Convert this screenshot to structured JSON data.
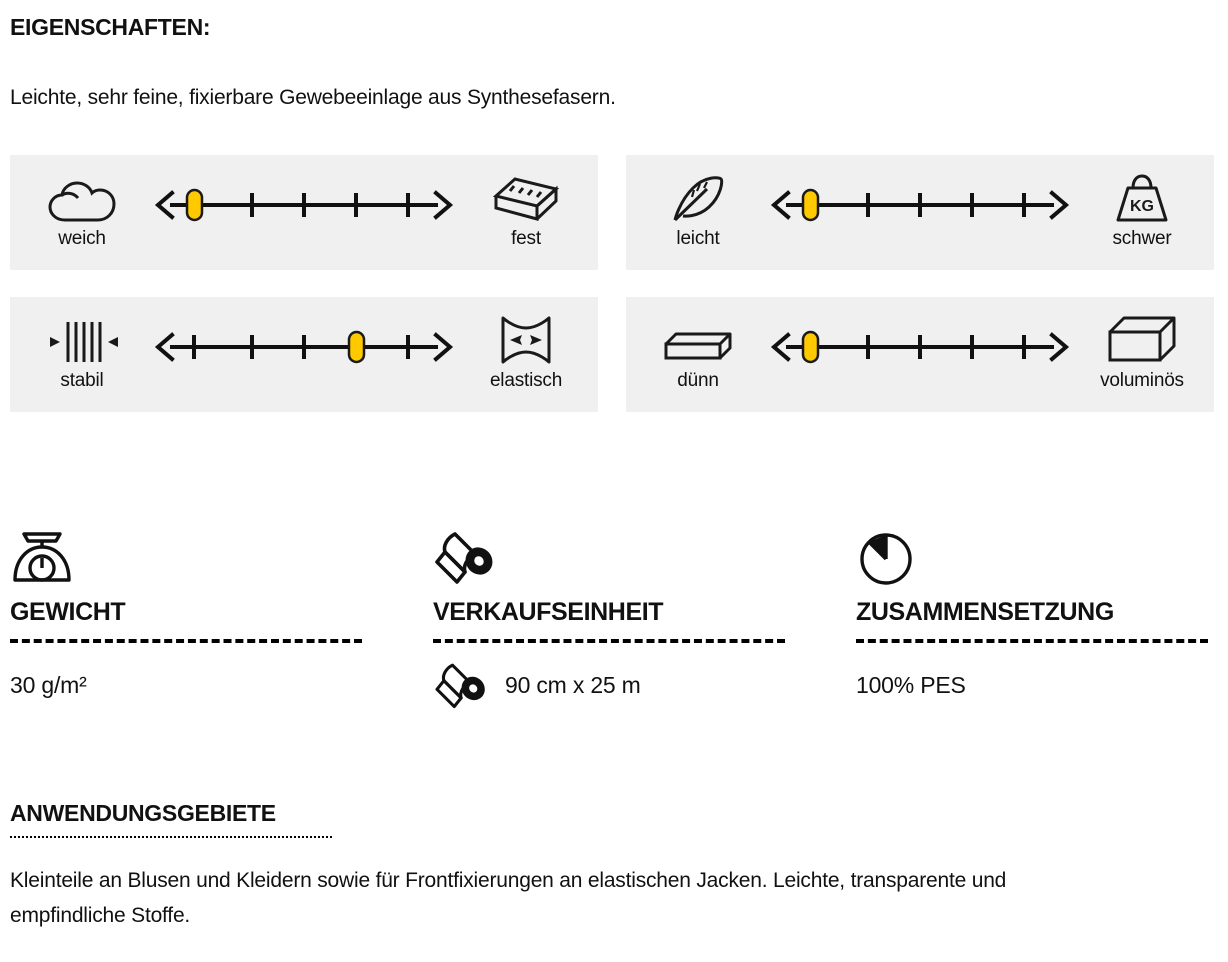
{
  "header": {
    "title": "EIGENSCHAFTEN:",
    "description": "Leichte, sehr feine, fixierbare Gewebeeinlage aus Synthesefasern."
  },
  "accent_color": "#FFC900",
  "panel_background": "#F0F0F0",
  "properties": [
    {
      "left_label": "weich",
      "right_label": "fest",
      "left_icon": "cloud-icon",
      "right_icon": "brick-icon",
      "ticks": 5,
      "value": 1
    },
    {
      "left_label": "leicht",
      "right_label": "schwer",
      "left_icon": "feather-icon",
      "right_icon": "kg-weight-icon",
      "ticks": 5,
      "value": 1,
      "right_icon_text": "KG"
    },
    {
      "left_label": "stabil",
      "right_label": "elastisch",
      "left_icon": "stable-bars-icon",
      "right_icon": "stretch-fabric-icon",
      "ticks": 5,
      "value": 4
    },
    {
      "left_label": "dünn",
      "right_label": "voluminös",
      "left_icon": "thin-slab-icon",
      "right_icon": "volume-box-icon",
      "ticks": 5,
      "value": 1
    }
  ],
  "specs": [
    {
      "icon": "kitchen-scale-icon",
      "title": "GEWICHT",
      "value": "30 g/m²",
      "value_icon": null
    },
    {
      "icon": "fabric-roll-icon",
      "title": "VERKAUFSEINHEIT",
      "value": "90 cm x 25 m",
      "value_icon": "fabric-roll-icon"
    },
    {
      "icon": "pie-chart-icon",
      "title": "ZUSAMMENSETZUNG",
      "value": "100% PES",
      "value_icon": null
    }
  ],
  "application": {
    "title": "ANWENDUNGSGEBIETE",
    "body": "Kleinteile an Blusen und Kleidern sowie für Frontfixierungen an elastischen Jacken. Leichte, transparente und empfindliche Stoffe."
  }
}
